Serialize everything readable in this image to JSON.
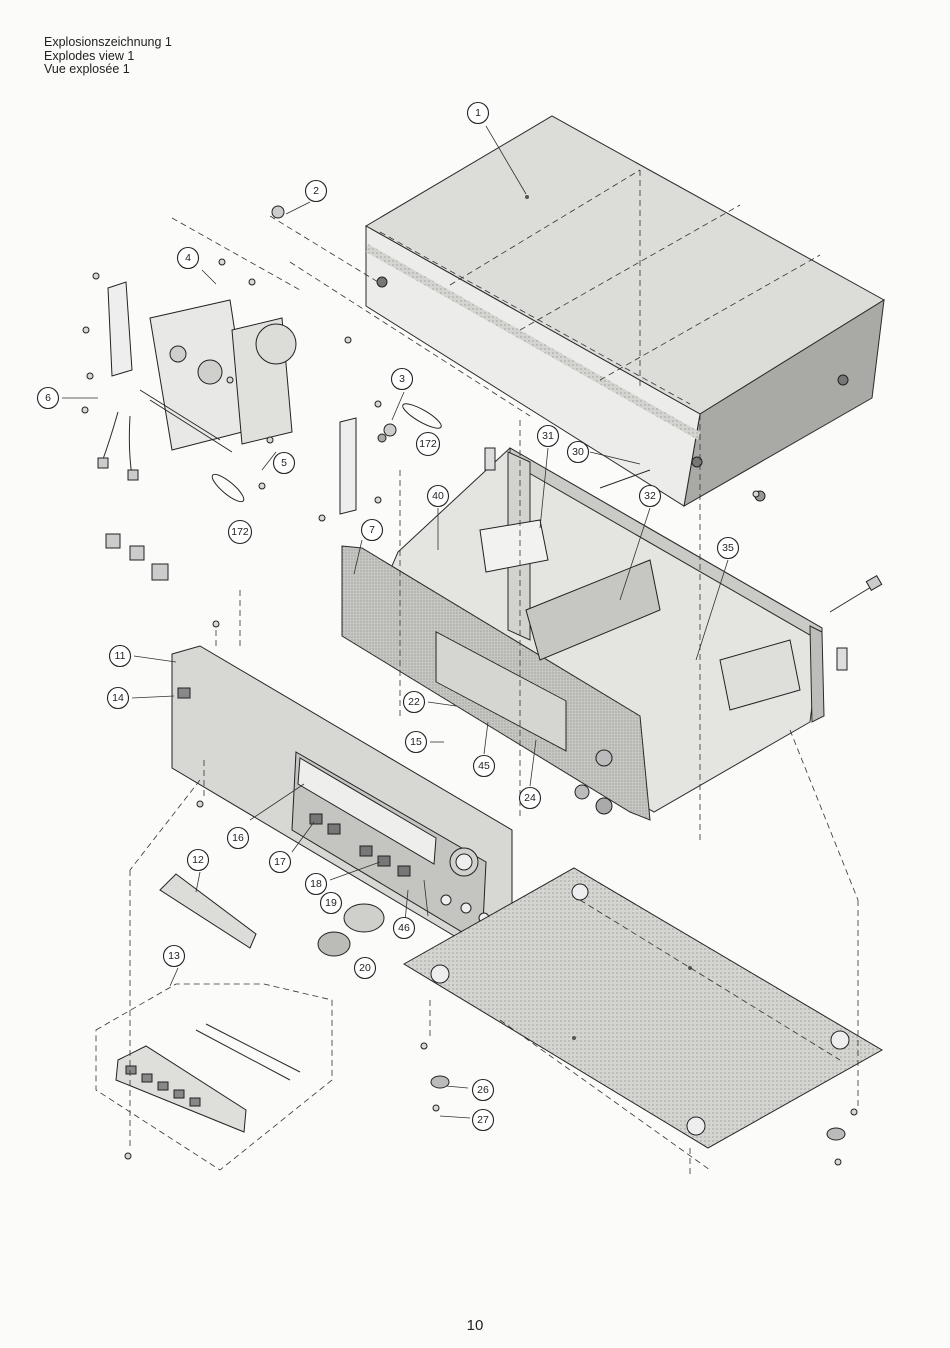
{
  "header": {
    "lines": [
      "Explosionszeichnung 1",
      "Explodes view 1",
      "Vue explosée 1"
    ]
  },
  "callouts": [
    "1",
    "2",
    "3",
    "4",
    "5",
    "6",
    "7",
    "11",
    "12",
    "13",
    "14",
    "15",
    "16",
    "17",
    "18",
    "19",
    "20",
    "22",
    "24",
    "26",
    "27",
    "30",
    "31",
    "32",
    "35",
    "40",
    "45",
    "46",
    "172",
    "172"
  ],
  "page_number": "10",
  "colors": {
    "paper": "#fbfbf9",
    "line": "#2a2a2a",
    "cover_top": "#d9d9d6",
    "cover_side": "#aeaeaa",
    "baseplate": "#cfcfcc",
    "panel": "#c9c9c6"
  }
}
